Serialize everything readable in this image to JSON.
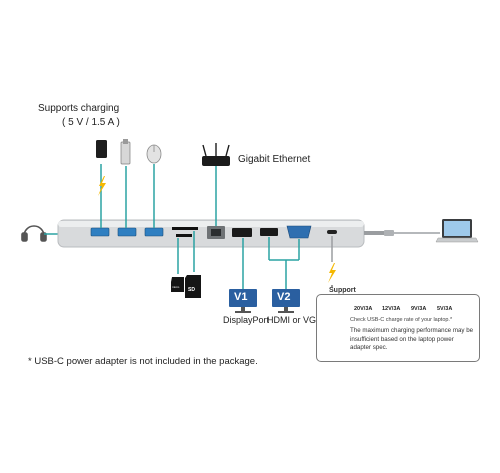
{
  "labels": {
    "supports_charging": "Supports charging",
    "charging_spec": "( 5 V / 1.5 A )",
    "gigabit_ethernet": "Gigabit Ethernet",
    "displayport": "DisplayPort",
    "hdmi_or_vga": "HDMI or VGA",
    "v1": "V1",
    "v2": "V2",
    "sd": "SD",
    "microsd": "micro",
    "footnote": "* USB-C power adapter is not included in the package."
  },
  "support": {
    "title": "Support",
    "ratings": [
      "20V/3A",
      "12V/3A",
      "9V/3A",
      "5V/3A"
    ],
    "check_note": "Check USB-C charge rate of your laptop.*",
    "warning": "The maximum charging performance may be insufficient based on the laptop power adapter spec."
  },
  "colors": {
    "dock_body": "#d8dadc",
    "port_blue": "#2f7fc1",
    "charge_yellow": "#f5b800",
    "connector_teal": "#2aa3a3",
    "monitor_blue": "#2a5fa0"
  }
}
